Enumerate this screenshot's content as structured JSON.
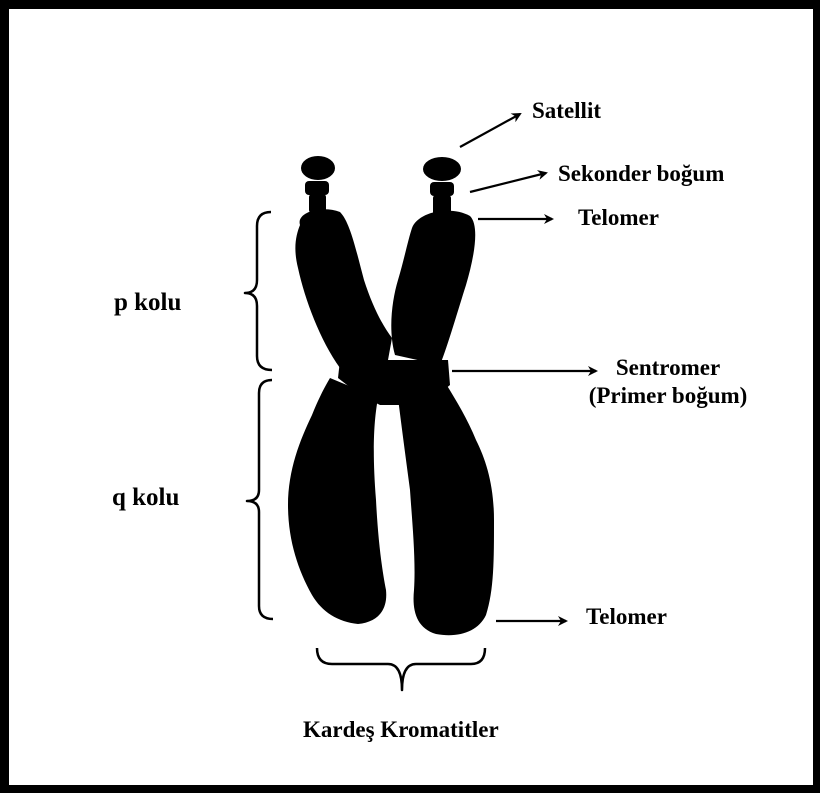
{
  "labels": {
    "satellite": "Satellit",
    "secondary_constriction": "Sekonder boğum",
    "telomere_top": "Telomer",
    "p_arm": "p kolu",
    "centromere": "Sentromer",
    "primary_constriction": "(Primer boğum)",
    "q_arm": "q kolu",
    "telomere_bottom": "Telomer",
    "sister_chromatids": "Kardeş Kromatitler"
  },
  "colors": {
    "chromosome": "#000000",
    "background": "#ffffff",
    "border": "#000000"
  }
}
